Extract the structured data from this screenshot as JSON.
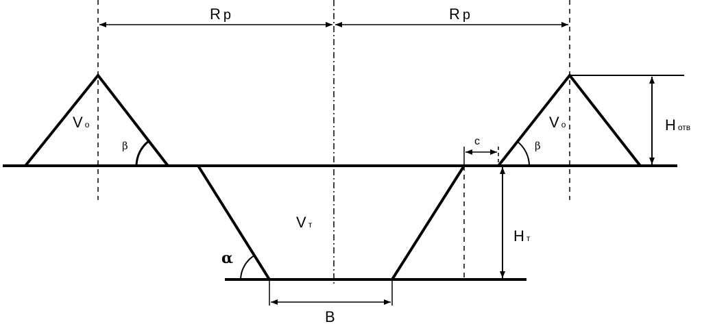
{
  "labels": {
    "rp_left": "R",
    "rp_left_sub": "p",
    "rp_right": "R",
    "rp_right_sub": "p",
    "vo_left": "V",
    "vo_left_sub": "o",
    "vo_right": "V",
    "vo_right_sub": "o",
    "beta_left": "β",
    "beta_right": "β",
    "c": "c",
    "h_otv": "H",
    "h_otv_sub": "отв",
    "vt": "V",
    "vt_sub": "т",
    "ht": "H",
    "ht_sub": "т",
    "alpha": "α",
    "b": "B"
  }
}
